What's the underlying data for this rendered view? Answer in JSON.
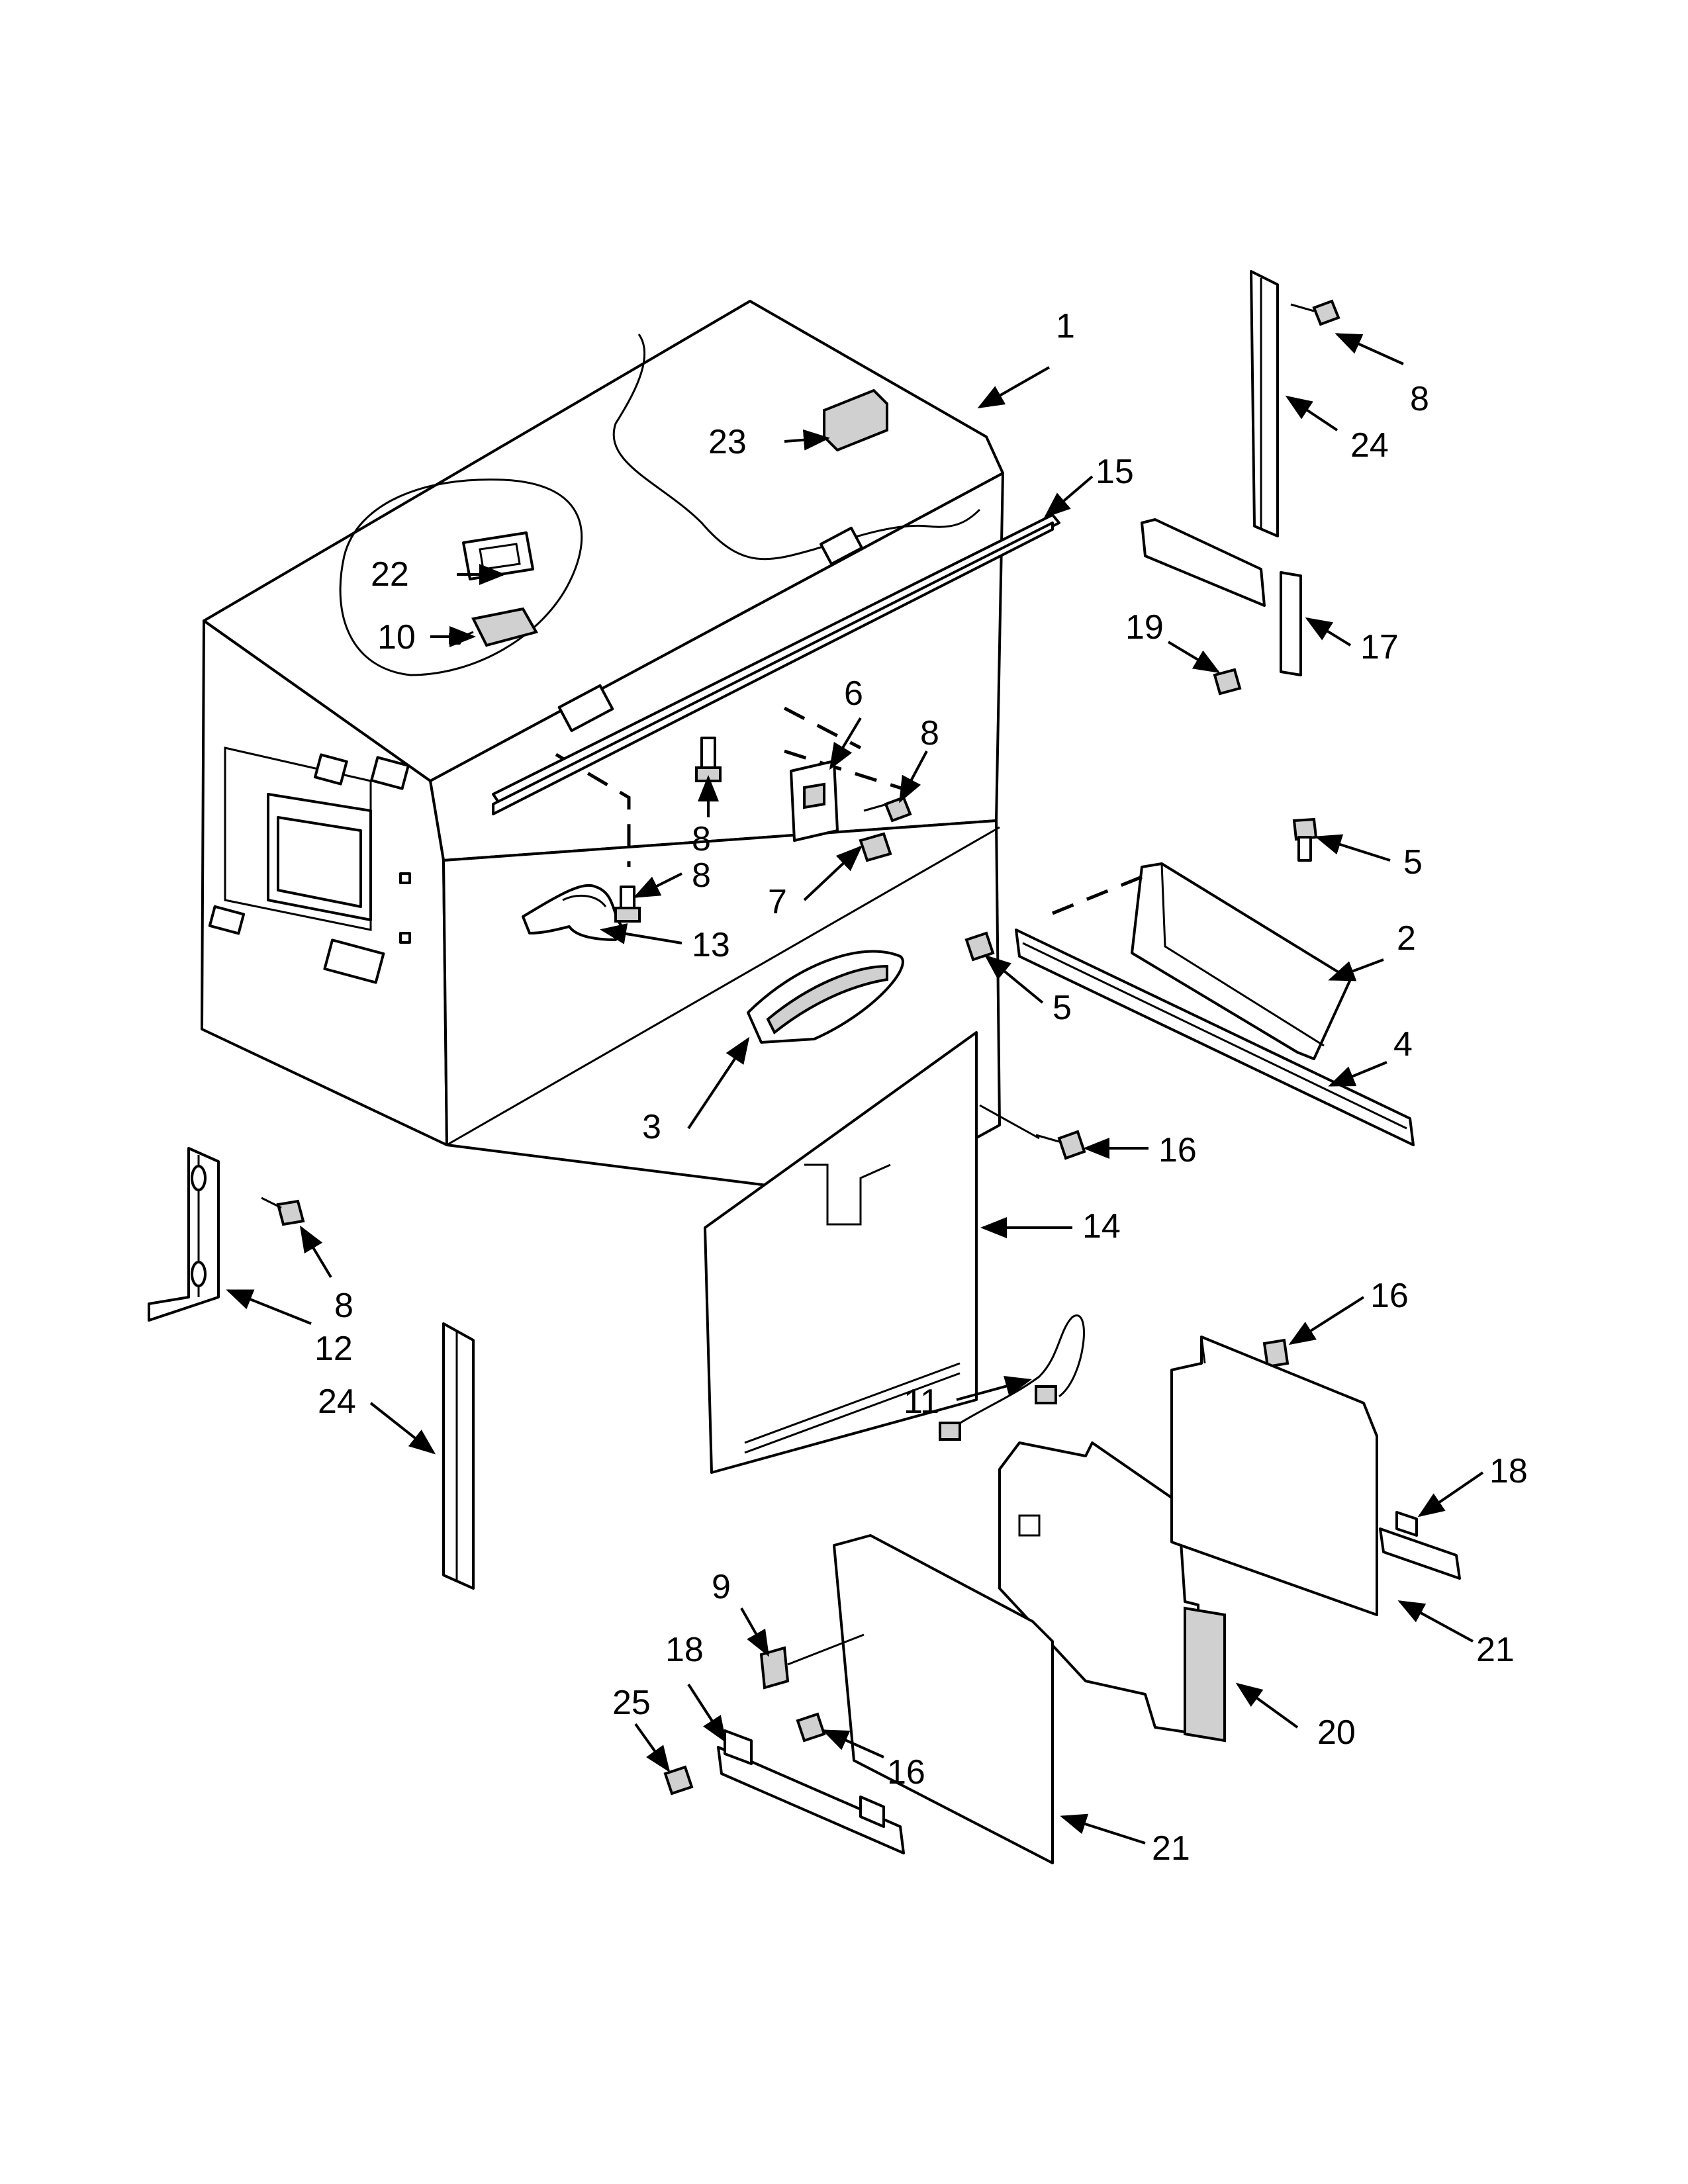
{
  "diagram": {
    "title": "",
    "callouts": [
      {
        "id": "c1",
        "label": "1"
      },
      {
        "id": "c2",
        "label": "2"
      },
      {
        "id": "c3",
        "label": "3"
      },
      {
        "id": "c4",
        "label": "4"
      },
      {
        "id": "c5a",
        "label": "5"
      },
      {
        "id": "c5b",
        "label": "5"
      },
      {
        "id": "c6",
        "label": "6"
      },
      {
        "id": "c7",
        "label": "7"
      },
      {
        "id": "c8a",
        "label": "8"
      },
      {
        "id": "c8b",
        "label": "8"
      },
      {
        "id": "c8c",
        "label": "8"
      },
      {
        "id": "c8d",
        "label": "8"
      },
      {
        "id": "c8e",
        "label": "8"
      },
      {
        "id": "c9",
        "label": "9"
      },
      {
        "id": "c10",
        "label": "10"
      },
      {
        "id": "c11",
        "label": "11"
      },
      {
        "id": "c12",
        "label": "12"
      },
      {
        "id": "c13",
        "label": "13"
      },
      {
        "id": "c14",
        "label": "14"
      },
      {
        "id": "c15",
        "label": "15"
      },
      {
        "id": "c16a",
        "label": "16"
      },
      {
        "id": "c16b",
        "label": "16"
      },
      {
        "id": "c16c",
        "label": "16"
      },
      {
        "id": "c17",
        "label": "17"
      },
      {
        "id": "c18a",
        "label": "18"
      },
      {
        "id": "c18b",
        "label": "18"
      },
      {
        "id": "c19",
        "label": "19"
      },
      {
        "id": "c20",
        "label": "20"
      },
      {
        "id": "c21a",
        "label": "21"
      },
      {
        "id": "c21b",
        "label": "21"
      },
      {
        "id": "c22",
        "label": "22"
      },
      {
        "id": "c23",
        "label": "23"
      },
      {
        "id": "c24a",
        "label": "24"
      },
      {
        "id": "c24b",
        "label": "24"
      },
      {
        "id": "c25",
        "label": "25"
      }
    ]
  }
}
